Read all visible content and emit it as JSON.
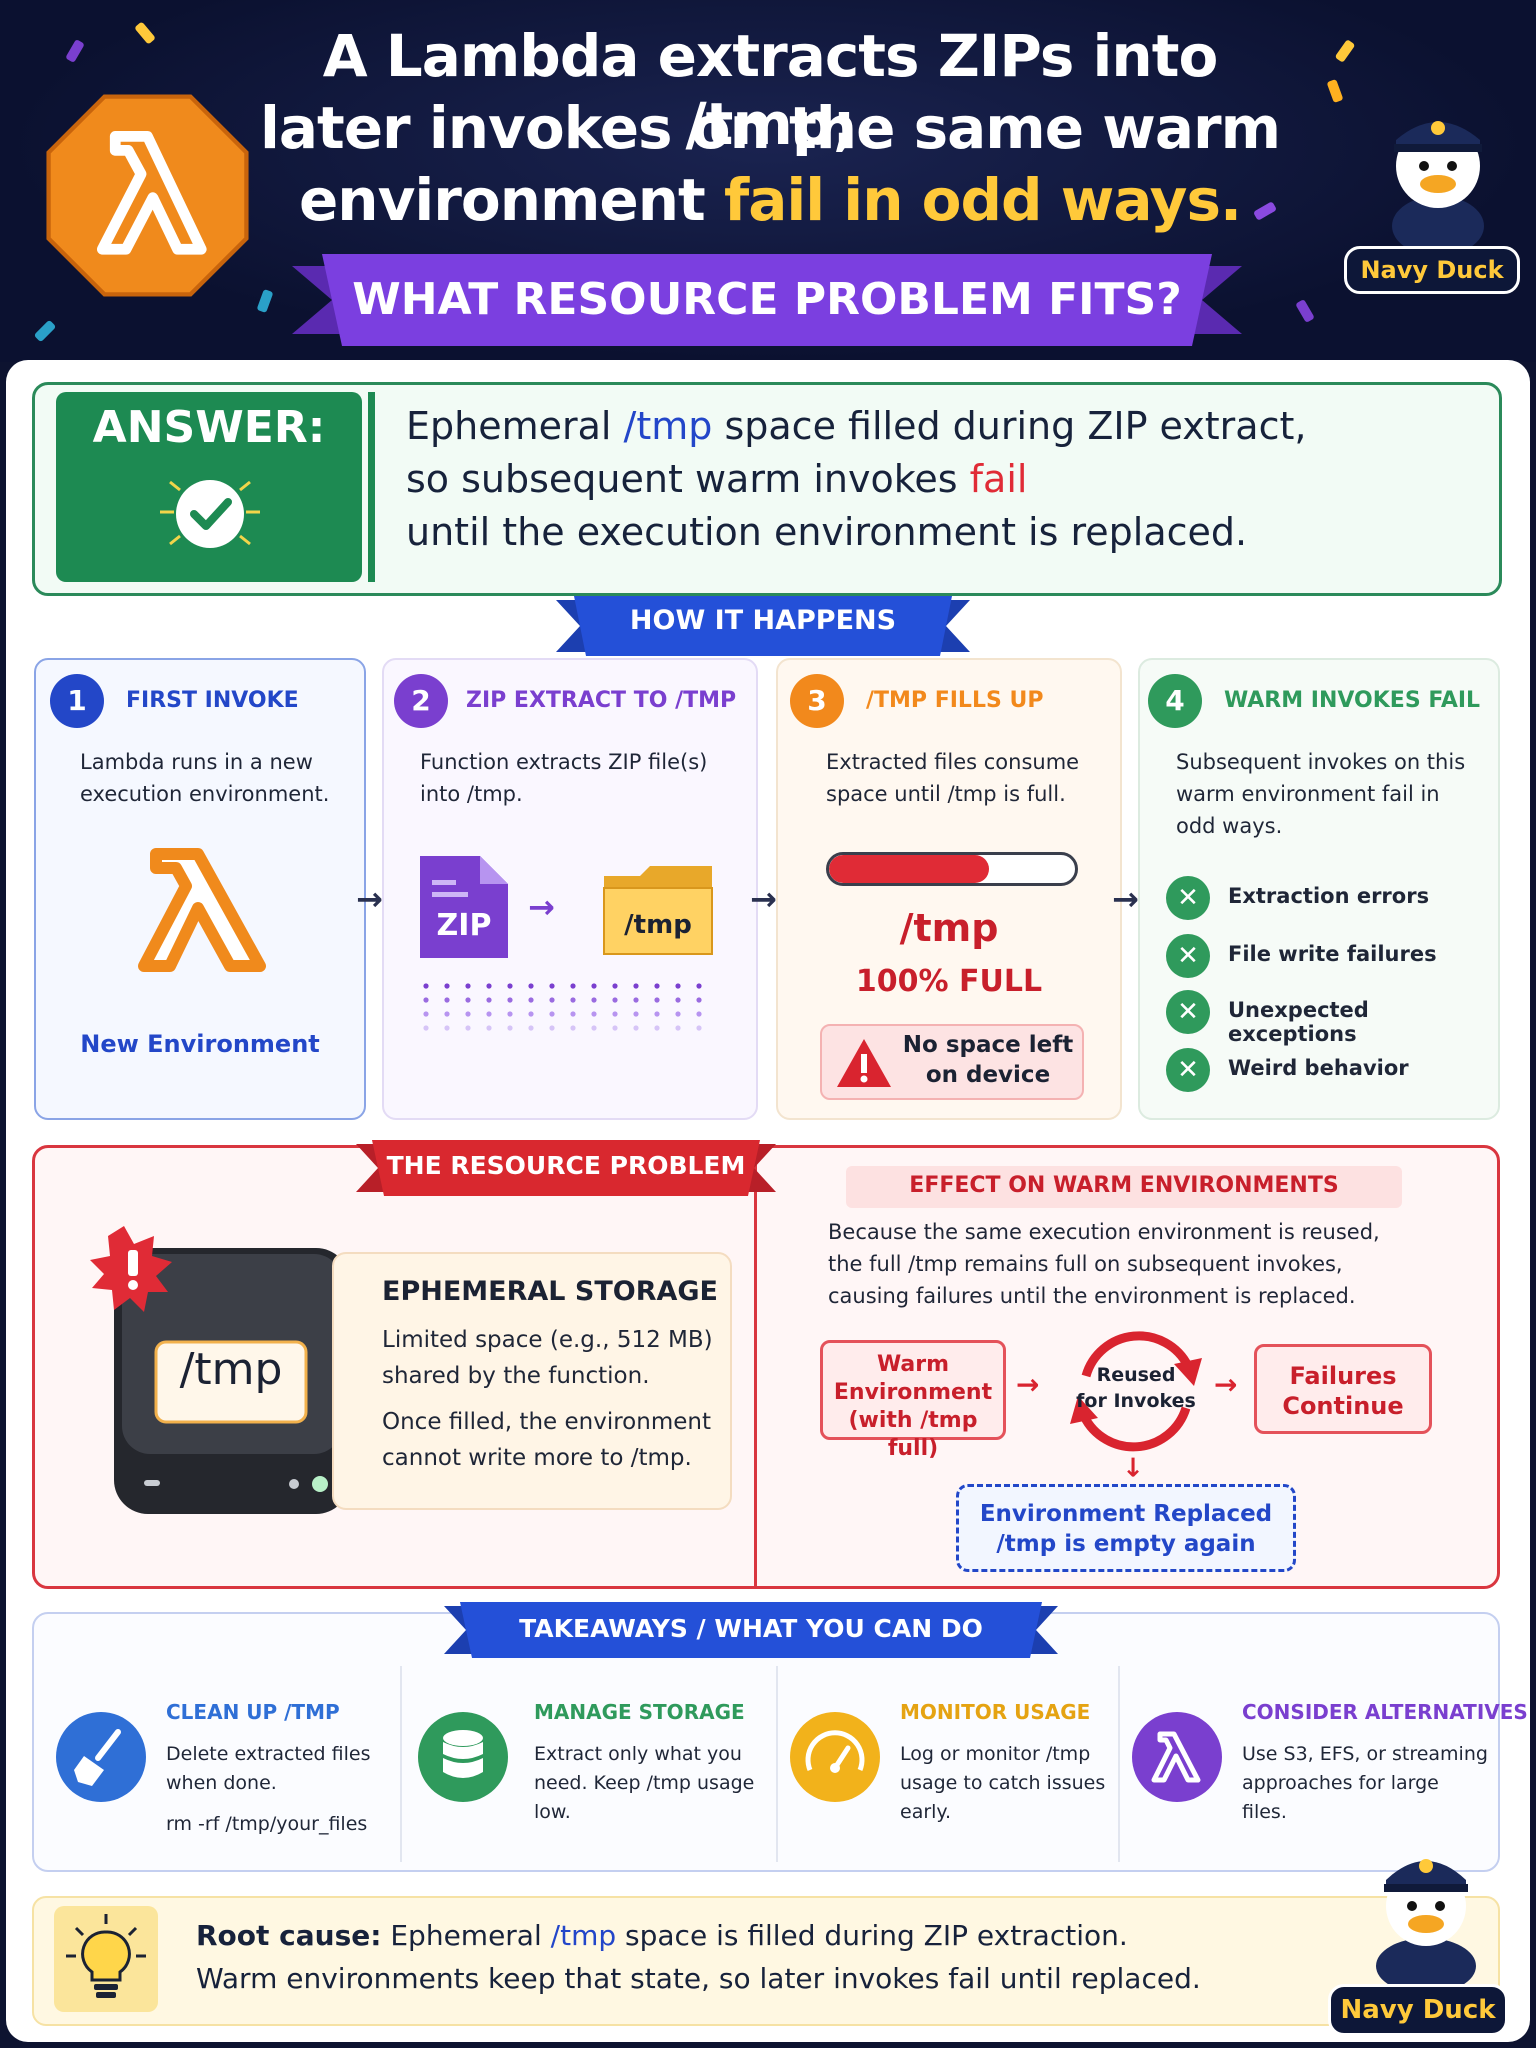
{
  "header": {
    "title_line1": "A Lambda extracts ZIPs into /tmp;",
    "title_line2": "later invokes on the same warm",
    "title_line3_a": "environment ",
    "title_line3_b": "fail in odd ways.",
    "question": "WHAT RESOURCE PROBLEM FITS?",
    "mascot_label": "Navy Duck"
  },
  "answer": {
    "label": "ANSWER:",
    "line1_a": "Ephemeral ",
    "line1_b": "/tmp",
    "line1_c": " space filled during ZIP extract,",
    "line2_a": "so subsequent warm invokes ",
    "line2_b": "fail",
    "line3": "until the execution environment is replaced."
  },
  "how": {
    "heading": "HOW IT HAPPENS",
    "steps": [
      {
        "num": "1",
        "title": "FIRST INVOKE",
        "desc_1": "Lambda runs in a new",
        "desc_2": "execution environment.",
        "caption": "New Environment"
      },
      {
        "num": "2",
        "title": "ZIP EXTRACT TO /TMP",
        "desc_1": "Function extracts ZIP file(s)",
        "desc_2": "into /tmp.",
        "zip_label": "ZIP",
        "folder_label": "/tmp"
      },
      {
        "num": "3",
        "title": "/TMP FILLS UP",
        "desc_1": "Extracted files consume",
        "desc_2": "space until /tmp is full.",
        "gauge_label": "/tmp",
        "full_label": "100% FULL",
        "alert_1": "No space left",
        "alert_2": "on device",
        "fill_percent": 65
      },
      {
        "num": "4",
        "title": "WARM INVOKES FAIL",
        "desc_1": "Subsequent invokes on this",
        "desc_2": "warm environment fail in",
        "desc_3": "odd ways.",
        "failures": [
          "Extraction errors",
          "File write failures",
          "Unexpected exceptions",
          "Weird behavior"
        ]
      }
    ]
  },
  "resource": {
    "heading": "THE RESOURCE PROBLEM",
    "drive_label": "/tmp",
    "eph_title": "EPHEMERAL STORAGE",
    "eph_desc_1": "Limited space (e.g., 512 MB)",
    "eph_desc_2": "shared by the function.",
    "eph_desc_3": "Once filled, the environment",
    "eph_desc_4": "cannot write more to /tmp.",
    "effect_heading": "EFFECT ON WARM ENVIRONMENTS",
    "effect_1": "Because the same execution environment is reused,",
    "effect_2": "the full /tmp remains full on subsequent invokes,",
    "effect_3": "causing failures until the environment is replaced.",
    "flow_warm_1": "Warm",
    "flow_warm_2": "Environment",
    "flow_warm_3": "(with /tmp full)",
    "flow_reused_1": "Reused",
    "flow_reused_2": "for Invokes",
    "flow_fail_1": "Failures",
    "flow_fail_2": "Continue",
    "flow_replaced_1": "Environment Replaced",
    "flow_replaced_2": "/tmp is empty again"
  },
  "takeaways": {
    "heading": "TAKEAWAYS / WHAT YOU CAN DO",
    "items": [
      {
        "title": "CLEAN UP /TMP",
        "d1": "Delete extracted files",
        "d2": "when done.",
        "d3": "rm -rf /tmp/your_files",
        "color": "#2f6fd6"
      },
      {
        "title": "MANAGE STORAGE",
        "d1": "Extract only what you",
        "d2": "need. Keep /tmp usage",
        "d3": "low.",
        "color": "#2f9a5c"
      },
      {
        "title": "MONITOR USAGE",
        "d1": "Log or monitor /tmp",
        "d2": "usage to catch issues",
        "d3": "early.",
        "color": "#f2b21b"
      },
      {
        "title": "CONSIDER ALTERNATIVES",
        "d1": "Use S3, EFS, or streaming",
        "d2": "approaches for large",
        "d3": "files.",
        "color": "#7a3fcf"
      }
    ]
  },
  "root_cause": {
    "label": "Root cause:",
    "l1_a": " Ephemeral ",
    "l1_b": "/tmp",
    "l1_c": " space is filled during ZIP extraction.",
    "l2": "Warm environments keep that state, so later invokes fail until replaced.",
    "mascot_label": "Navy Duck"
  }
}
